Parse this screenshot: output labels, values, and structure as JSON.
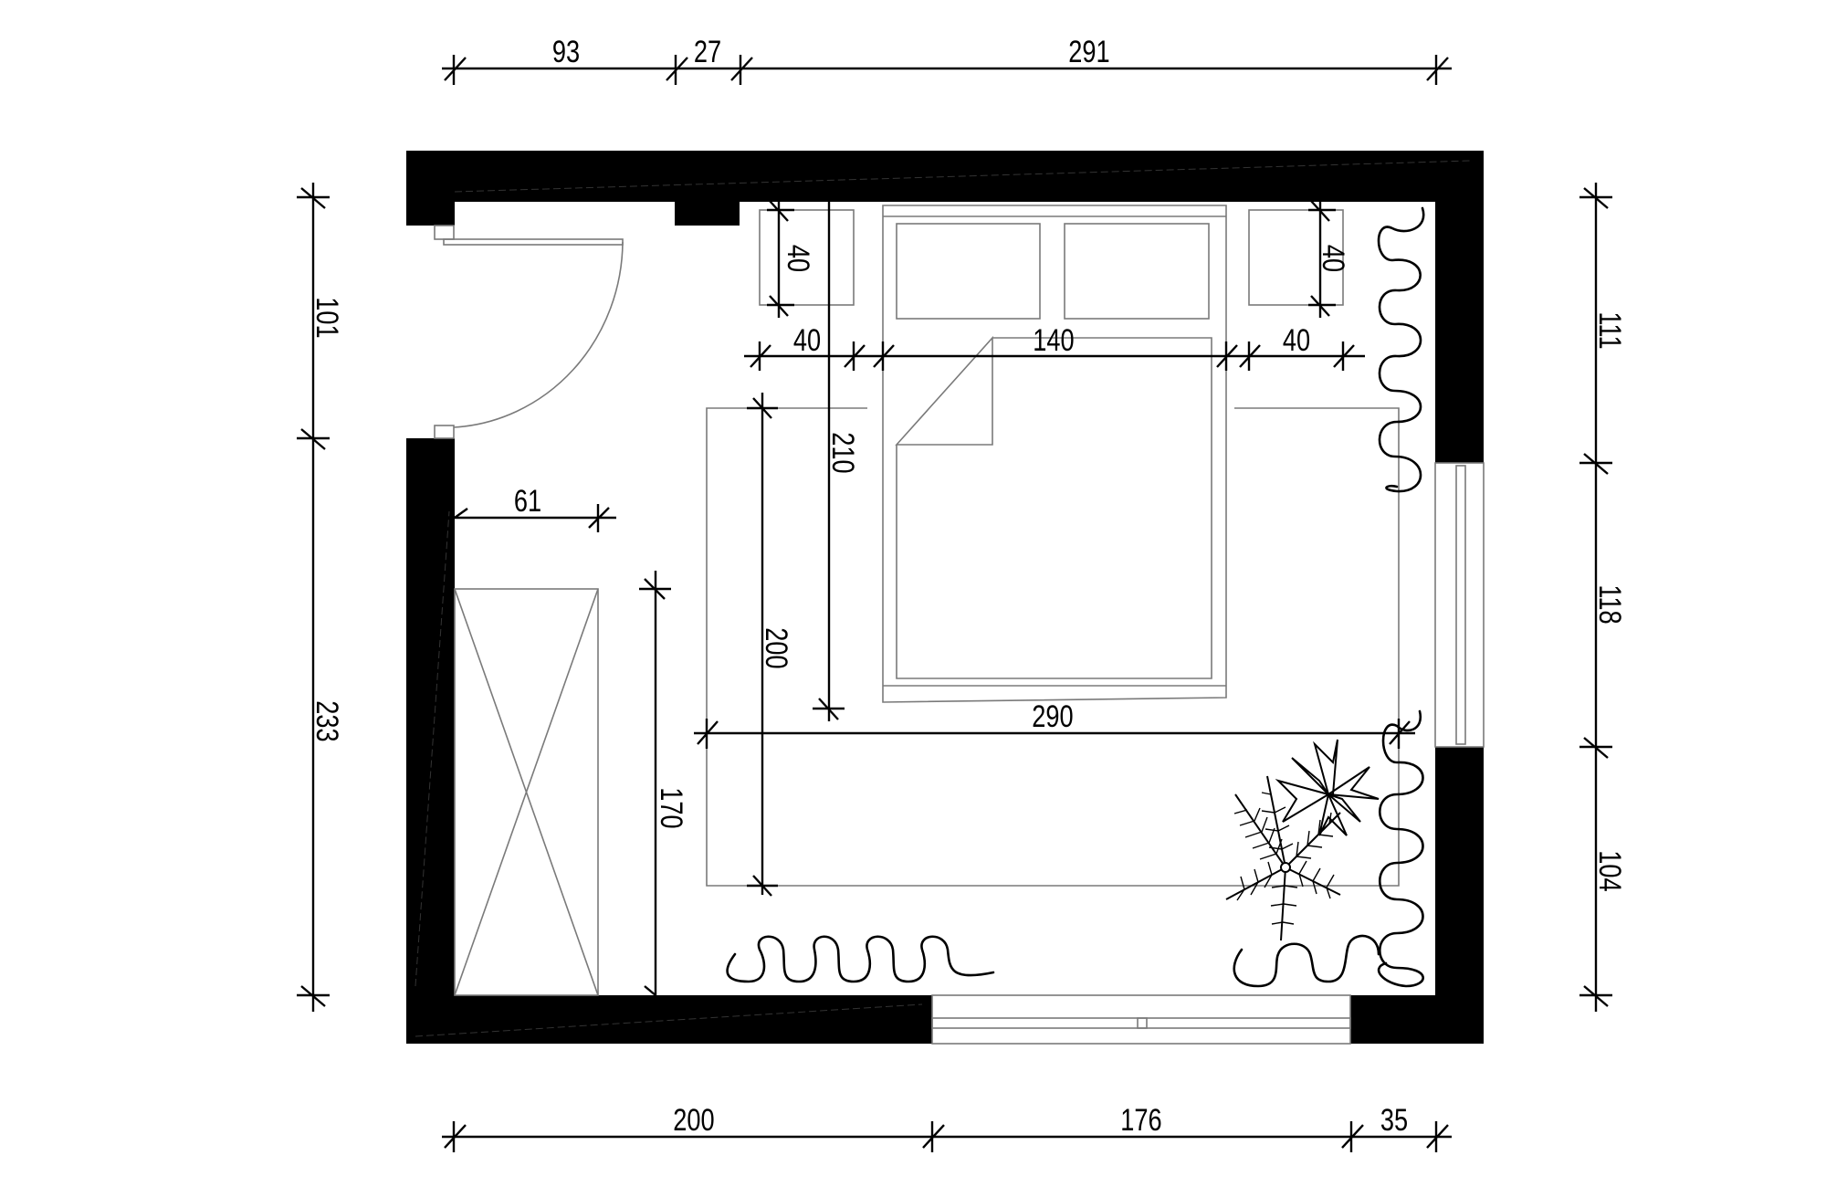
{
  "drawing": {
    "type": "bedroom floor plan",
    "units": "cm",
    "colors": {
      "wall": "#000000",
      "furniture_line": "#7a7a7a",
      "dimension_line": "#000000",
      "background": "#ffffff"
    }
  },
  "dimensions": {
    "top": [
      "93",
      "27",
      "291"
    ],
    "bottom": [
      "200",
      "176",
      "35"
    ],
    "left": [
      "101",
      "233"
    ],
    "right": [
      "111",
      "118",
      "104"
    ],
    "interior": {
      "nightstand_left_depth": "40",
      "nightstand_right_depth": "40",
      "nightstand_left_width": "40",
      "bed_width": "140",
      "nightstand_right_width": "40",
      "bed_length": "210",
      "rug_length": "200",
      "rug_width": "290",
      "wardrobe_depth": "61",
      "wardrobe_length": "170"
    }
  },
  "elements": {
    "door": "door-swing",
    "bed": "double-bed",
    "pillows": 2,
    "nightstands": 2,
    "rug": "area-rug",
    "wardrobe": "wardrobe",
    "windows": [
      "window-right",
      "window-bottom"
    ],
    "curtains": [
      "curtain-top-right",
      "curtain-bottom-right",
      "curtain-bottom-left",
      "curtain-bottom-corner"
    ],
    "plants": [
      "plant-palm",
      "plant-spiky"
    ]
  }
}
